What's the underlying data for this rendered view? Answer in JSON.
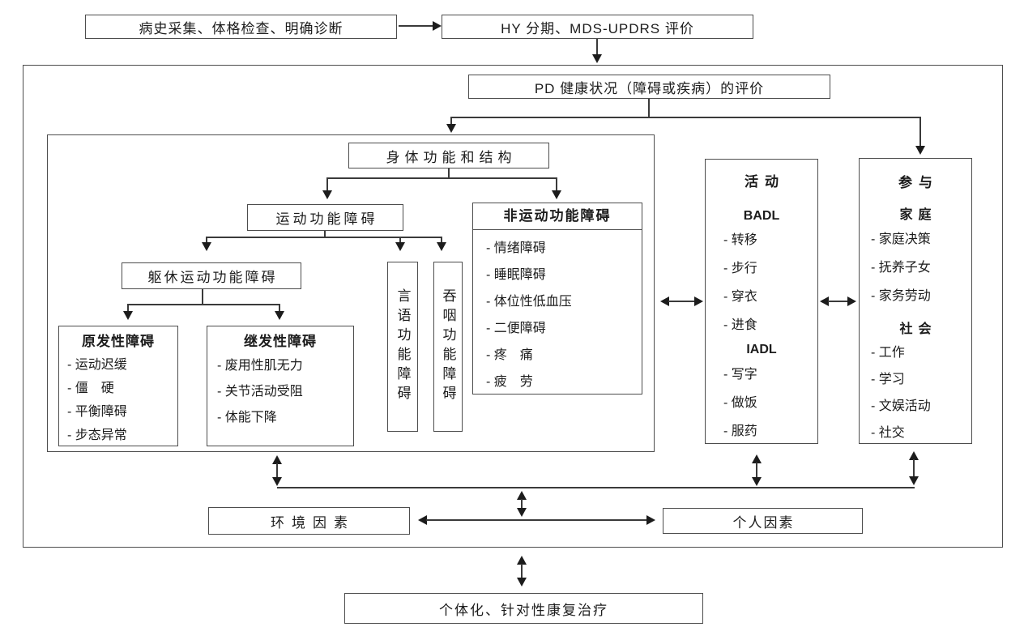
{
  "colors": {
    "ink": "#1c1c1c",
    "line": "#3a3a3a",
    "border": "#4d4d4d",
    "bg": "#ffffff"
  },
  "top": {
    "history": "病史采集、体格检查、明确诊断",
    "staging": "HY 分期、MDS-UPDRS 评价"
  },
  "assessment": "PD 健康状况（障碍或疾病）的评价",
  "body_structure": "身体功能和结构",
  "motor": "运动功能障碍",
  "trunk_motor": "躯休运动功能障碍",
  "primary": {
    "title": "原发性障碍",
    "items": [
      "- 运动迟缓",
      "- 僵　硬",
      "- 平衡障碍",
      "- 步态异常"
    ]
  },
  "secondary": {
    "title": "继发性障碍",
    "items": [
      "- 废用性肌无力",
      "- 关节活动受阻",
      "- 体能下降"
    ]
  },
  "speech": "言语功能障碍",
  "swallow": "吞咽功能障碍",
  "nonmotor": {
    "title": "非运动功能障碍",
    "items": [
      "- 情绪障碍",
      "- 睡眠障碍",
      "- 体位性低血压",
      "- 二便障碍",
      "- 疼　痛",
      "- 疲　劳"
    ]
  },
  "activity": {
    "title": "活动",
    "badl_label": "BADL",
    "badl_items": [
      "- 转移",
      "- 步行",
      "- 穿衣",
      "- 进食"
    ],
    "iadl_label": "IADL",
    "iadl_items": [
      "- 写字",
      "- 做饭",
      "- 服药"
    ]
  },
  "participation": {
    "title": "参与",
    "family_label": "家庭",
    "family_items": [
      "- 家庭决策",
      "- 抚养子女",
      "- 家务劳动"
    ],
    "social_label": "社会",
    "social_items": [
      "- 工作",
      "- 学习",
      "- 文娱活动",
      "- 社交"
    ]
  },
  "environment": "环境因素",
  "personal": "个人因素",
  "treatment": "个体化、针对性康复治疗"
}
